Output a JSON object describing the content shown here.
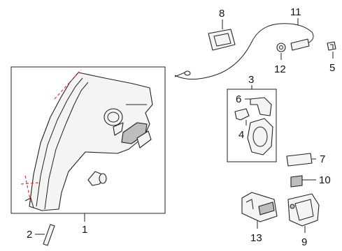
{
  "callouts": {
    "c1": "1",
    "c2": "2",
    "c3": "3",
    "c4": "4",
    "c5": "5",
    "c6": "6",
    "c7": "7",
    "c8": "8",
    "c9": "9",
    "c10": "10",
    "c11": "11",
    "c12": "12",
    "c13": "13"
  },
  "colors": {
    "outline": "#222222",
    "cut_line": "#e53935",
    "background": "#ffffff"
  }
}
